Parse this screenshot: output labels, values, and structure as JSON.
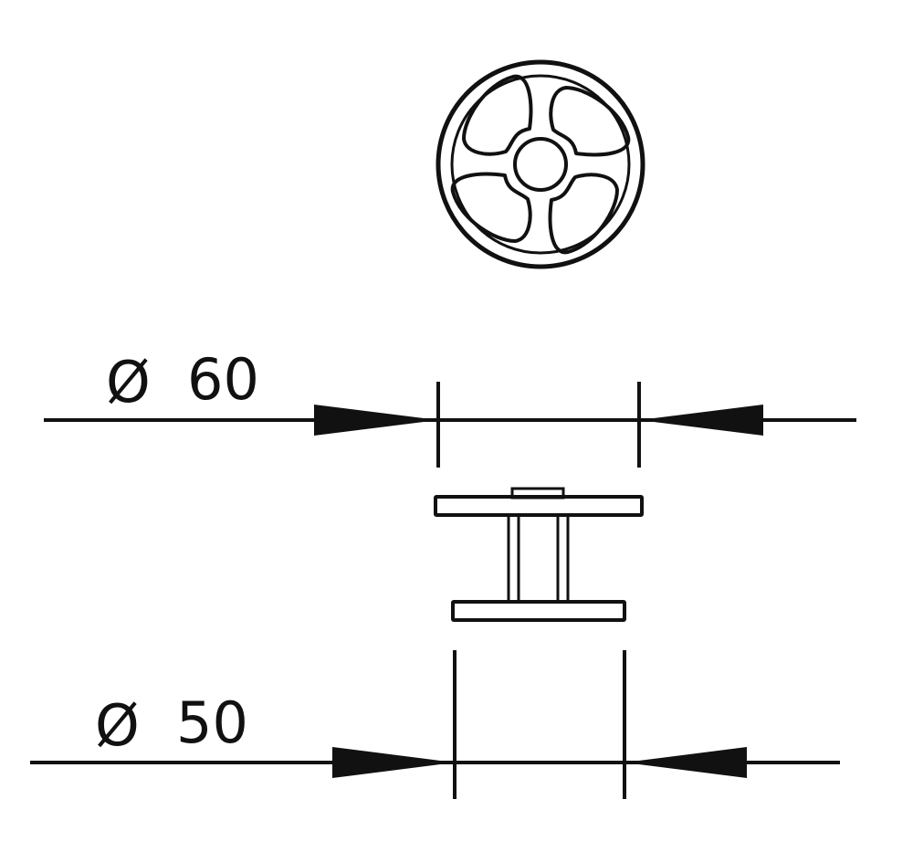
{
  "dimensions": {
    "upper": {
      "symbol": "Ø",
      "value": "60"
    },
    "lower": {
      "symbol": "Ø",
      "value": "50"
    }
  },
  "colors": {
    "line": "#111111",
    "background": "#ffffff"
  }
}
